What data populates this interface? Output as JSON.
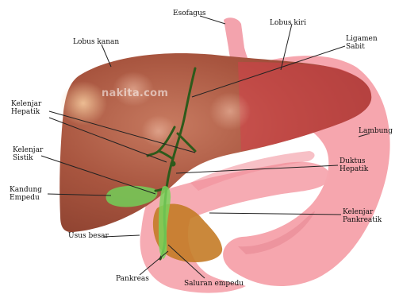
{
  "watermark": "nakita.com",
  "labels": {
    "esofagus": "Esofagus",
    "lobus_kiri": "Lobus kiri",
    "lobus_kanan": "Lobus kanan",
    "ligamen_1": "Ligamen",
    "ligamen_2": "Sabit",
    "kelenjar_hepatik_1": "Kelenjar",
    "kelenjar_hepatik_2": "Hepatik",
    "lambung": "Lambung",
    "kelenjar_sistik_1": "Kelenjar",
    "kelenjar_sistik_2": "Sistik",
    "duktus_hepatik_1": "Duktus",
    "duktus_hepatik_2": "Hepatik",
    "kandung_empedu_1": "Kandung",
    "kandung_empedu_2": "Empedu",
    "kelenjar_pankreatik_1": "Kelenjar",
    "kelenjar_pankreatik_2": "Pankreatik",
    "usus_besar": "Usus besar",
    "pankreas": "Pankreas",
    "saluran_empedu": "Saluran empedu"
  },
  "colors": {
    "liver": "#a5533e",
    "stomach": "#f29aa4",
    "gallbladder": "#6ecb55",
    "pancreas": "#c07a28",
    "duct": "#2f5f1f"
  }
}
